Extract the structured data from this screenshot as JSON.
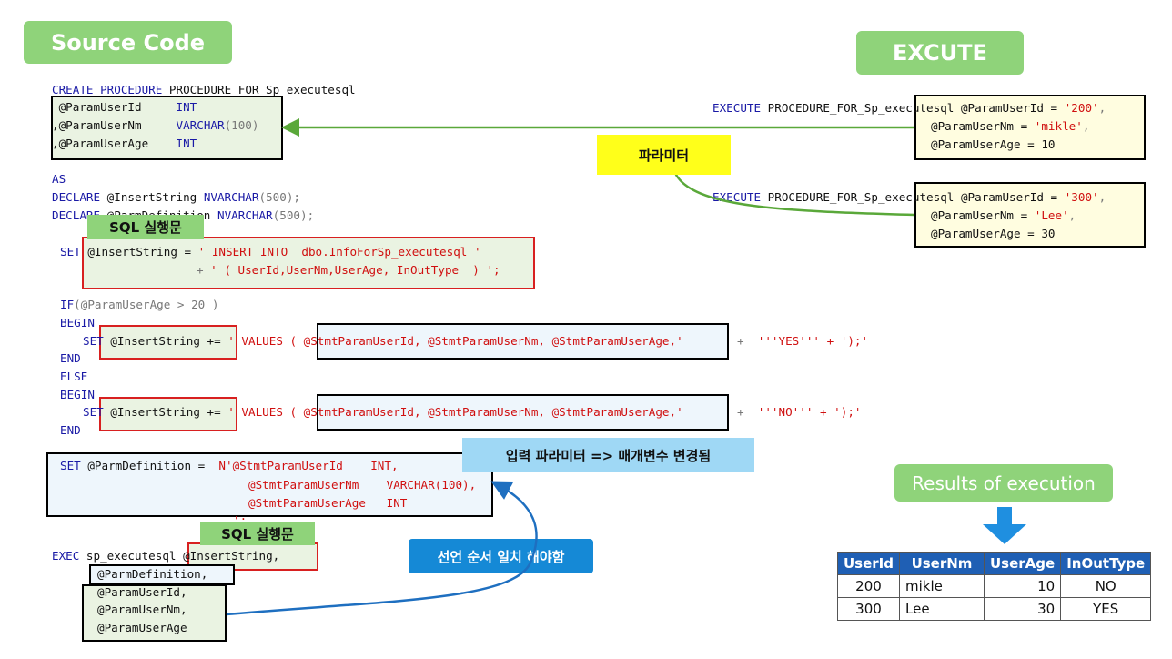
{
  "labels": {
    "source_code": "Source Code",
    "execute": "EXCUTE",
    "parameter": "파라미터",
    "sql_stmt_1": "SQL 실행문",
    "sql_stmt_2": "SQL 실행문",
    "input_param_note": "입력 파라미터 => 매개변수 변경됨",
    "declare_order_note": "선언 순서 일치 해야함",
    "results": "Results of execution"
  },
  "source": {
    "l1_kw": "CREATE PROCEDURE",
    "l1_id": " PROCEDURE_FOR_Sp_executesql",
    "p1_name": " @ParamUserId     ",
    "p1_type": "INT",
    "p2_name": ",@ParamUserNm     ",
    "p2_type": "VARCHAR",
    "p2_len": "(100)",
    "p3_name": ",@ParamUserAge    ",
    "p3_type": "INT",
    "as": "AS",
    "d1_kw": "DECLARE",
    "d1_id": " @InsertString ",
    "d1_type": "NVARCHAR",
    "d1_len": "(500);",
    "d2_kw": "DECLARE",
    "d2_id": " @ParmDefinition ",
    "d2_type": "NVARCHAR",
    "d2_len": "(500);",
    "set1_kw": "SET",
    "set1_id": " @InsertString = ",
    "set1_str": "' INSERT INTO  dbo.InfoForSp_executesql '",
    "set1b_plus": "+ ",
    "set1b_str": "' ( UserId,UserNm,UserAge, InOutType  ) ';",
    "if_kw": "IF",
    "if_rest": "(@ParamUserAge > 20 )",
    "begin": "BEGIN",
    "end": "END",
    "else": "ELSE",
    "v1_kw": "SET",
    "v1_id": " @InsertString +=",
    "v1_str": " ' VALUES ( @StmtParamUserId, @StmtParamUserNm, @StmtParamUserAge,'",
    "v1_tail_plus": "+  ",
    "v1_tail_str": "'''YES'''",
    "v1_tail_end": " + ');'",
    "v2_kw": "SET",
    "v2_id": " @InsertString +=",
    "v2_str": " ' VALUES ( @StmtParamUserId, @StmtParamUserNm, @StmtParamUserAge,'",
    "v2_tail_plus": "+  ",
    "v2_tail_str": "'''NO'''",
    "v2_tail_end": " + ');'",
    "pd_kw": "SET",
    "pd_id": " @ParmDefinition =  ",
    "pd_str1": "N'@StmtParamUserId    INT,",
    "pd_str2": "@StmtParamUserNm    VARCHAR(100),",
    "pd_str3": "@StmtParamUserAge   INT",
    "pd_end": "';",
    "exec_kw": "EXEC",
    "exec_id": " sp_executesql",
    "exec_arg1": " @InsertString,",
    "exec_arg2": "@ParmDefinition,",
    "exec_arg3": "@ParamUserId,",
    "exec_arg4": "@ParamUserNm,",
    "exec_arg5": "@ParamUserAge"
  },
  "exec_calls": [
    {
      "kw": "EXECUTE",
      "proc": " PROCEDURE_FOR_Sp_executesql @ParamUserId = ",
      "id_val": "'200'",
      "comma": ",",
      "nm_lbl": "@ParamUserNm = ",
      "nm_val": "'mikle'",
      "age_lbl": "@ParamUserAge = ",
      "age_val": "10"
    },
    {
      "kw": "EXECUTE",
      "proc": " PROCEDURE_FOR_Sp_executesql @ParamUserId = ",
      "id_val": "'300'",
      "comma": ",",
      "nm_lbl": "@ParamUserNm = ",
      "nm_val": "'Lee'",
      "age_lbl": "@ParamUserAge = ",
      "age_val": "30"
    }
  ],
  "results_table": {
    "headers": [
      "UserId",
      "UserNm",
      "UserAge",
      "InOutType"
    ],
    "rows": [
      [
        "200",
        "mikle",
        "10",
        "NO"
      ],
      [
        "300",
        "Lee",
        "30",
        "YES"
      ]
    ]
  },
  "colors": {
    "green_pill": "#8fd37a",
    "yellow_tag": "#ffff1a",
    "blue_note": "#9fd8f5",
    "note_blue": "#1589d6",
    "header_blue": "#1f5fb4",
    "arrow_green": "#5aa83a",
    "arrow_blue": "#1e6fc0"
  }
}
